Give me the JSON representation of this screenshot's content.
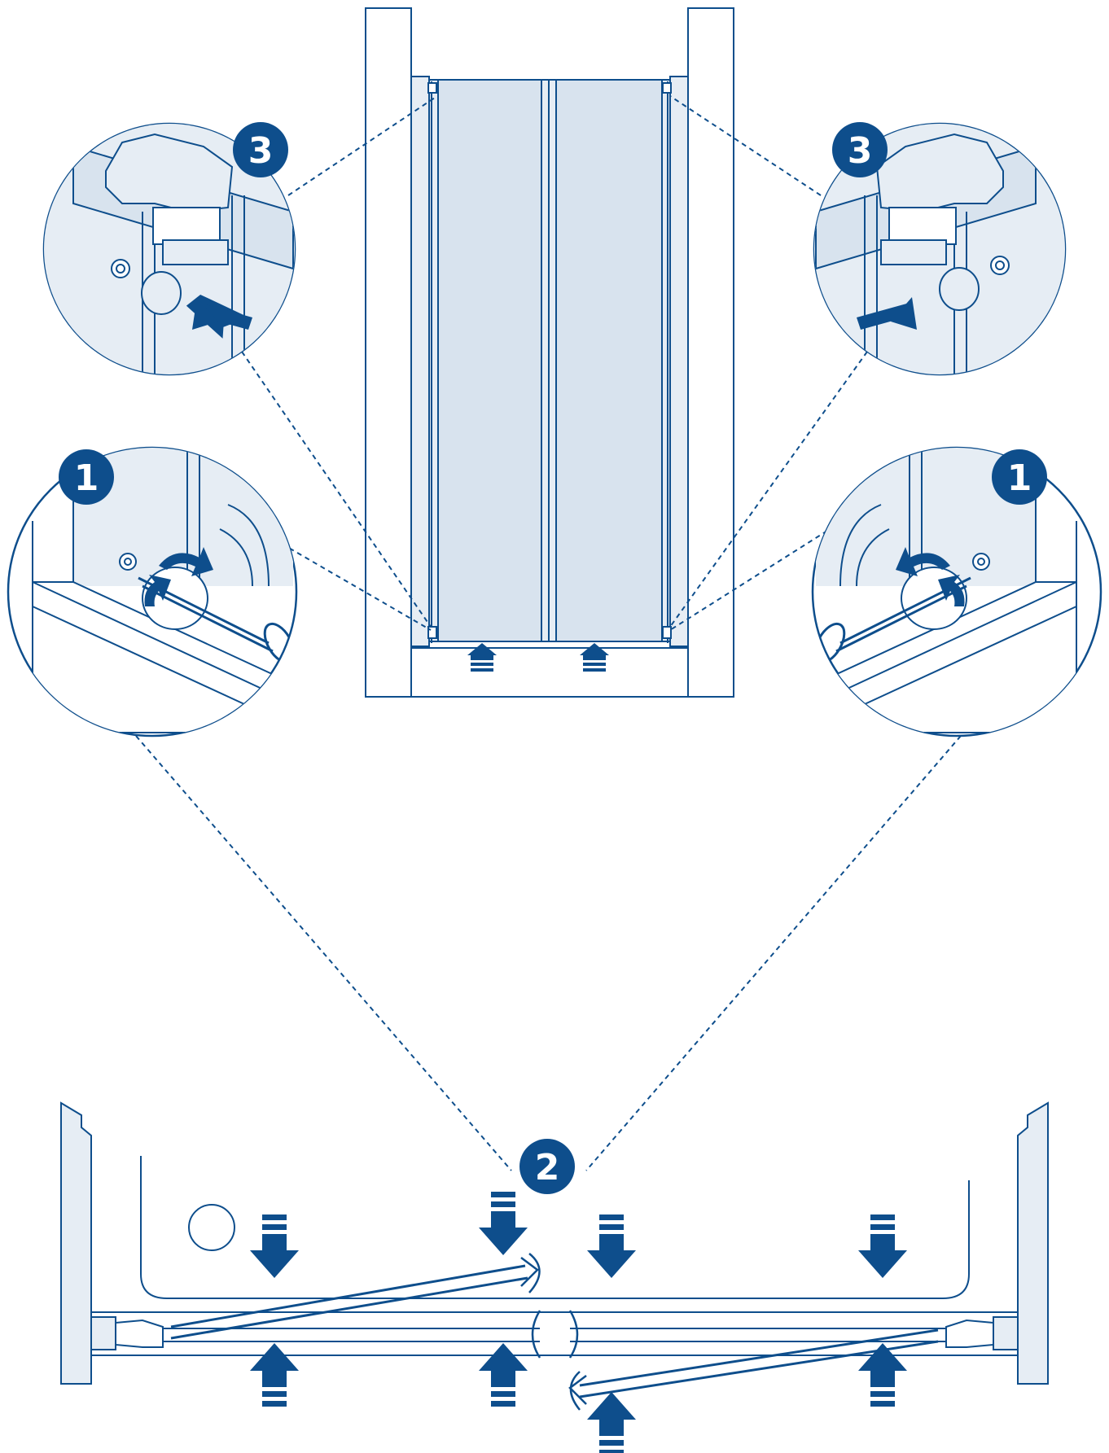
{
  "colors": {
    "line": "#0e4e8c",
    "accent": "#0e4e8c",
    "glass_fill": "#d8e3ee",
    "panel_fill": "#e6edf4",
    "background": "#ffffff"
  },
  "steps": {
    "badge_top_left": "3",
    "badge_top_right": "3",
    "badge_mid_left": "1",
    "badge_mid_right": "1",
    "badge_bottom": "2"
  },
  "icons": [
    "push-arrow-icon",
    "rotate-arrow-icon",
    "release-pin-icon",
    "hinge-detail"
  ]
}
